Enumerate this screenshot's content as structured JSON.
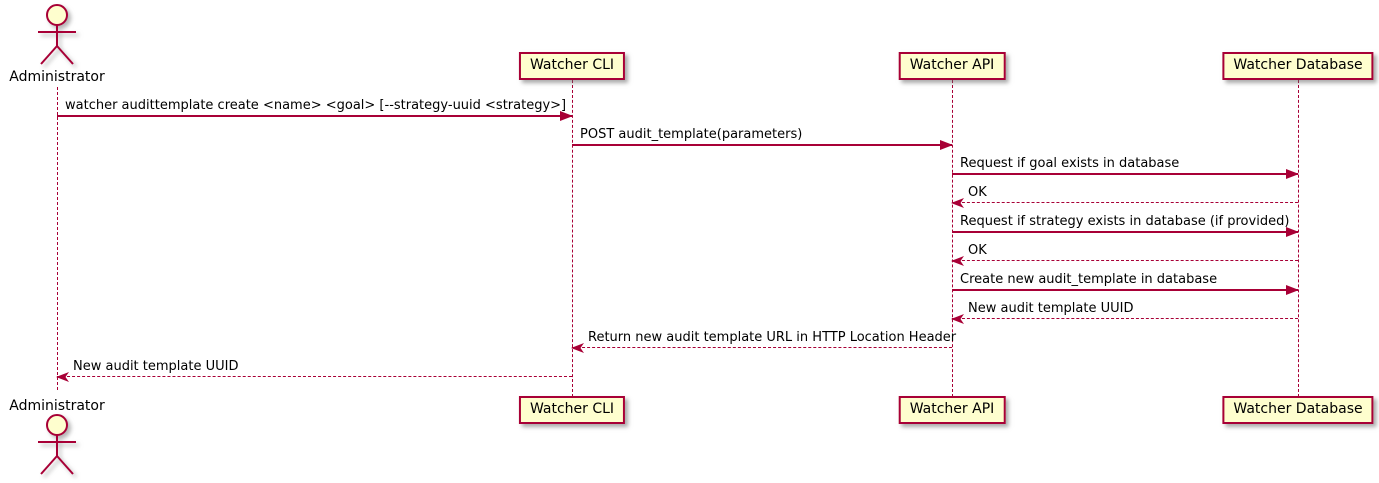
{
  "diagram": {
    "type": "sequence",
    "colors": {
      "line": "#A80036",
      "participant_fill": "#FEFECE",
      "text": "#000000",
      "background": "#FFFFFF"
    },
    "actor": {
      "label": "Administrator"
    },
    "participants": [
      {
        "label": "Watcher CLI"
      },
      {
        "label": "Watcher API"
      },
      {
        "label": "Watcher Database"
      }
    ],
    "messages": [
      {
        "from": "Administrator",
        "to": "Watcher CLI",
        "type": "solid",
        "label": "watcher audittemplate create <name> <goal> [--strategy-uuid <strategy>]"
      },
      {
        "from": "Watcher CLI",
        "to": "Watcher API",
        "type": "solid",
        "label": "POST audit_template(parameters)"
      },
      {
        "from": "Watcher API",
        "to": "Watcher Database",
        "type": "solid",
        "label": "Request if goal exists in database"
      },
      {
        "from": "Watcher Database",
        "to": "Watcher API",
        "type": "dashed",
        "label": "OK"
      },
      {
        "from": "Watcher API",
        "to": "Watcher Database",
        "type": "solid",
        "label": "Request if strategy exists in database (if provided)"
      },
      {
        "from": "Watcher Database",
        "to": "Watcher API",
        "type": "dashed",
        "label": "OK"
      },
      {
        "from": "Watcher API",
        "to": "Watcher Database",
        "type": "solid",
        "label": "Create new audit_template in database"
      },
      {
        "from": "Watcher Database",
        "to": "Watcher API",
        "type": "dashed",
        "label": "New audit template UUID"
      },
      {
        "from": "Watcher API",
        "to": "Watcher CLI",
        "type": "dashed",
        "label": "Return new audit template URL in HTTP Location Header"
      },
      {
        "from": "Watcher CLI",
        "to": "Administrator",
        "type": "dashed",
        "label": "New audit template UUID"
      }
    ]
  }
}
